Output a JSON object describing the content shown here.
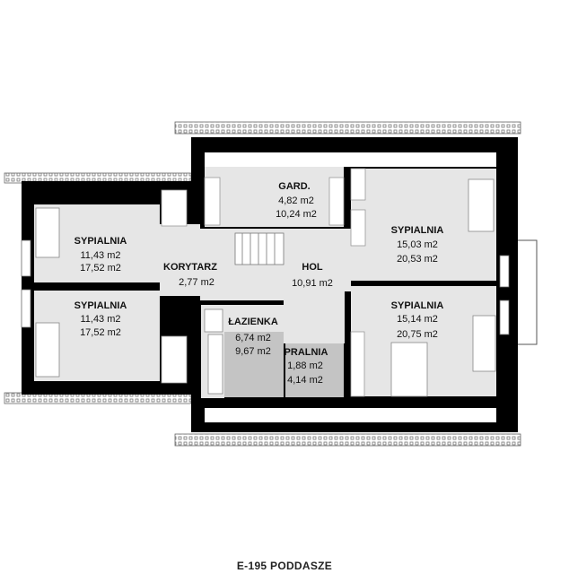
{
  "plan": {
    "caption": "E-195 PODDASZE",
    "colors": {
      "wall": "#000000",
      "floor": "#e6e6e6",
      "wet_floor": "#c4c4c4",
      "fixtures": "#ffffff"
    },
    "rooms": [
      {
        "id": "gard",
        "name": "GARD.",
        "area_net": "4,82 m2",
        "area_total": "10,24 m2"
      },
      {
        "id": "bedroom-top-left",
        "name": "SYPIALNIA",
        "area_net": "11,43 m2",
        "area_total": "17,52 m2"
      },
      {
        "id": "bedroom-bottom-left",
        "name": "SYPIALNIA",
        "area_net": "11,43 m2",
        "area_total": "17,52 m2"
      },
      {
        "id": "korytarz",
        "name": "KORYTARZ",
        "area_net": "2,77 m2"
      },
      {
        "id": "hol",
        "name": "HOL",
        "area_net": "10,91 m2"
      },
      {
        "id": "bedroom-top-right",
        "name": "SYPIALNIA",
        "area_net": "15,03 m2",
        "area_total": "20,53 m2"
      },
      {
        "id": "bedroom-bottom-right",
        "name": "SYPIALNIA",
        "area_net": "15,14 m2",
        "area_total": "20,75 m2"
      },
      {
        "id": "lazienka",
        "name": "ŁAZIENKA",
        "area_net": "6,74 m2",
        "area_total": "9,67 m2"
      },
      {
        "id": "pralnia",
        "name": "PRALNIA",
        "area_net": "1,88 m2",
        "area_total": "4,14 m2"
      }
    ]
  }
}
